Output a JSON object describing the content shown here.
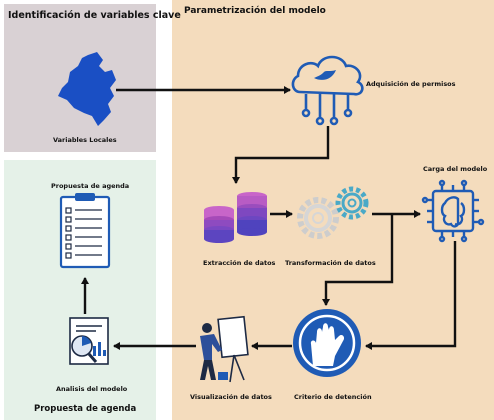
{
  "panels": {
    "left_top_title": "Identificación de variables clave",
    "center_title": "Parametrización del modelo",
    "left_bottom_title": "Propuesta de agenda"
  },
  "nodes": {
    "variables_locales": "Variables Locales",
    "adquisicion": "Adquisición de permisos",
    "carga_modelo": "Carga del modelo",
    "extraccion": "Extracción de datos",
    "transformacion": "Transformación de datos",
    "criterio": "Criterio de detención",
    "visualizacion": "Visualización de datos",
    "analisis": "Analisis del modelo",
    "propuesta_small": "Propuesta de agenda"
  },
  "colors": {
    "panel_left_top": "#d9d1d4",
    "panel_center": "#f4dcbd",
    "panel_left_bottom": "#e5f1e8",
    "accent_blue": "#1f5bb5",
    "map_blue": "#1a4fc4"
  }
}
